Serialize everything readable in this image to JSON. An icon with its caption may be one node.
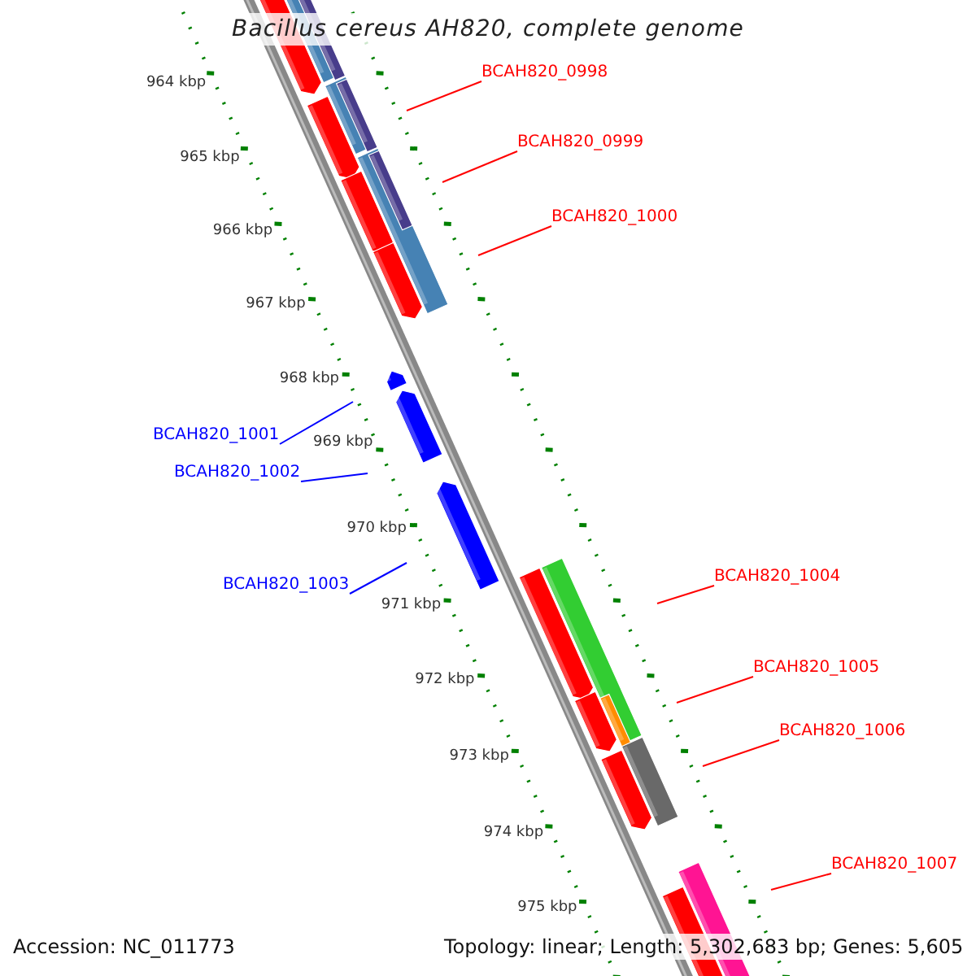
{
  "diagram": {
    "title": "Bacillus cereus AH820, complete genome",
    "nodes": [
      {
        "text": [
          "BCAH820_0998"
        ]
      },
      {
        "text": [
          "BCAH820_0999"
        ]
      },
      {
        "text": [
          "BCAH820_1000"
        ]
      },
      {
        "text": [
          "BCAH820_1001"
        ]
      },
      {
        "text": [
          "BCAH820_1002"
        ]
      },
      {
        "text": [
          "BCAH820_1003"
        ]
      },
      {
        "text": [
          "BCAH820_1004"
        ]
      },
      {
        "text": [
          "BCAH820_1005"
        ]
      },
      {
        "text": [
          "BCAH820_1006"
        ]
      },
      {
        "text": [
          "BCAH820_1007"
        ]
      }
    ],
    "edges": [
      {
        "from": 0,
        "to": null,
        "arrow": "none"
      },
      {
        "from": 1,
        "to": null,
        "arrow": "none"
      },
      {
        "from": 2,
        "to": null,
        "arrow": "none"
      },
      {
        "from": 3,
        "to": null,
        "arrow": "none",
        "color": "#0000ff"
      },
      {
        "from": 4,
        "to": null,
        "arrow": "none",
        "color": "#0000ff"
      },
      {
        "from": 5,
        "to": null,
        "arrow": "none",
        "color": "#0000ff"
      },
      {
        "from": 6,
        "to": null,
        "arrow": "none"
      },
      {
        "from": 7,
        "to": null,
        "arrow": "none"
      },
      {
        "from": 8,
        "to": null,
        "arrow": "none"
      },
      {
        "from": 9,
        "to": null,
        "arrow": "none"
      }
    ],
    "labels": [
      "964 kbp",
      "965 kbp",
      "966 kbp",
      "967 kbp",
      "968 kbp",
      "969 kbp",
      "970 kbp",
      "971 kbp",
      "972 kbp",
      "973 kbp",
      "974 kbp",
      "975 kbp",
      "Accession: NC_011773",
      "Topology: linear; Length: 5,302,683 bp; Genes: 5,605"
    ]
  }
}
